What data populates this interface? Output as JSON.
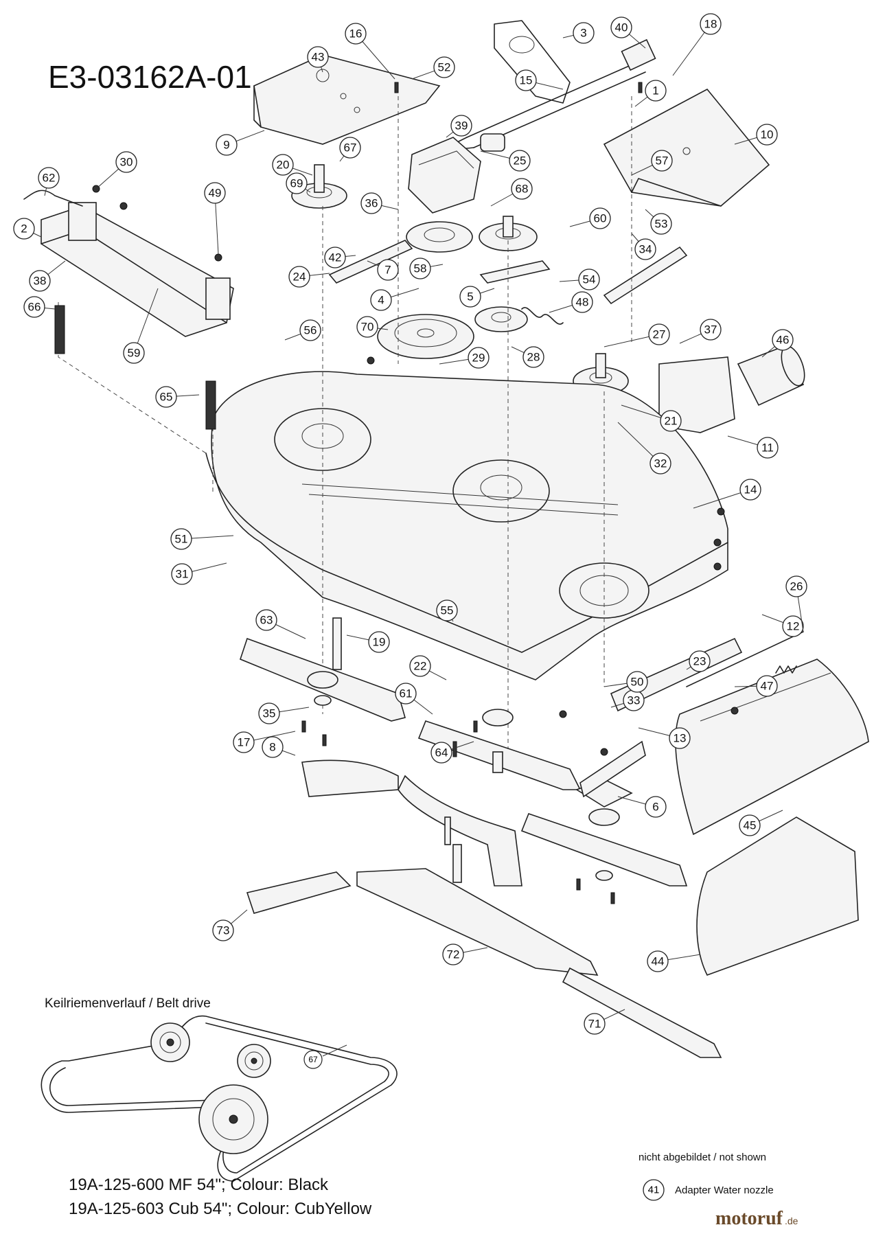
{
  "diagram_id": "E3-03162A-01",
  "belt_drive_label": "Keilriemenverlauf / Belt drive",
  "models": [
    "19A-125-600 MF 54\"; Colour: Black",
    "19A-125-603 Cub 54\"; Colour: CubYellow"
  ],
  "not_shown_label": "nicht abgebildet / not shown",
  "not_shown_part": {
    "number": "41",
    "label": "Adapter Water nozzle"
  },
  "belt_callout": "67",
  "brand": {
    "name": "motoruf",
    "tld": ".de"
  },
  "callouts": [
    "1",
    "2",
    "3",
    "4",
    "5",
    "6",
    "7",
    "8",
    "9",
    "10",
    "11",
    "12",
    "13",
    "14",
    "15",
    "16",
    "17",
    "18",
    "19",
    "20",
    "21",
    "22",
    "23",
    "24",
    "25",
    "26",
    "27",
    "28",
    "29",
    "30",
    "31",
    "32",
    "33",
    "34",
    "35",
    "36",
    "37",
    "38",
    "39",
    "40",
    "42",
    "43",
    "44",
    "45",
    "46",
    "47",
    "48",
    "49",
    "50",
    "51",
    "52",
    "53",
    "54",
    "55",
    "56",
    "57",
    "58",
    "59",
    "60",
    "61",
    "62",
    "63",
    "64",
    "65",
    "66",
    "67",
    "68",
    "69",
    "70",
    "71",
    "72",
    "73"
  ]
}
